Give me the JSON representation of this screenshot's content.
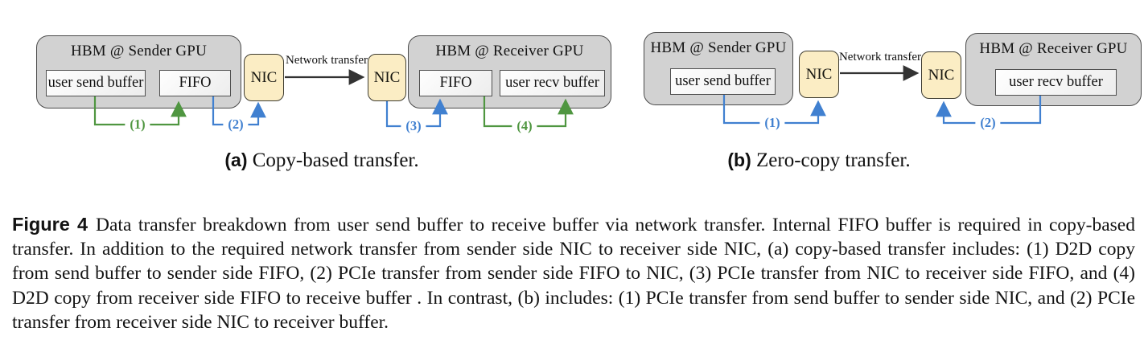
{
  "panel_a": {
    "sub_caption_label": "(a)",
    "sub_caption_text": "Copy-based transfer.",
    "sender_title": "HBM @ Sender GPU",
    "receiver_title": "HBM @ Receiver GPU",
    "send_buffer_label": "user send buffer",
    "fifo_sender_label": "FIFO",
    "fifo_receiver_label": "FIFO",
    "recv_buffer_label": "user recv buffer",
    "nic_left_label": "NIC",
    "nic_right_label": "NIC",
    "network_label": "Network transfer",
    "step1": "(1)",
    "step2": "(2)",
    "step3": "(3)",
    "step4": "(4)"
  },
  "panel_b": {
    "sub_caption_label": "(b)",
    "sub_caption_text": "Zero-copy transfer.",
    "sender_title": "HBM @ Sender GPU",
    "receiver_title": "HBM @ Receiver GPU",
    "send_buffer_label": "user send buffer",
    "recv_buffer_label": "user recv buffer",
    "nic_left_label": "NIC",
    "nic_right_label": "NIC",
    "network_label": "Network transfer",
    "step1": "(1)",
    "step2": "(2)"
  },
  "caption": {
    "label": "Figure 4",
    "text": "Data transfer breakdown from user send buffer to receive buffer via network transfer. Internal FIFO buffer is required in copy-based transfer. In addition to the required network transfer from sender side NIC to receiver side NIC, (a) copy-based transfer includes: (1) D2D copy from send buffer to sender side FIFO, (2) PCIe transfer from sender side FIFO to NIC, (3) PCIe transfer from NIC to receiver side FIFO, and (4) D2D copy from receiver side FIFO to receive buffer . In contrast, (b) includes: (1) PCIe transfer from send buffer to sender side NIC, and (2) PCIe transfer from receiver side NIC to receiver buffer."
  },
  "colors": {
    "d2d_copy_arrow": "#4f9640",
    "pcie_arrow": "#4080d0",
    "network_arrow": "#333333",
    "hbm_fill": "#d2d2d2",
    "nic_fill": "#fbedc4"
  }
}
